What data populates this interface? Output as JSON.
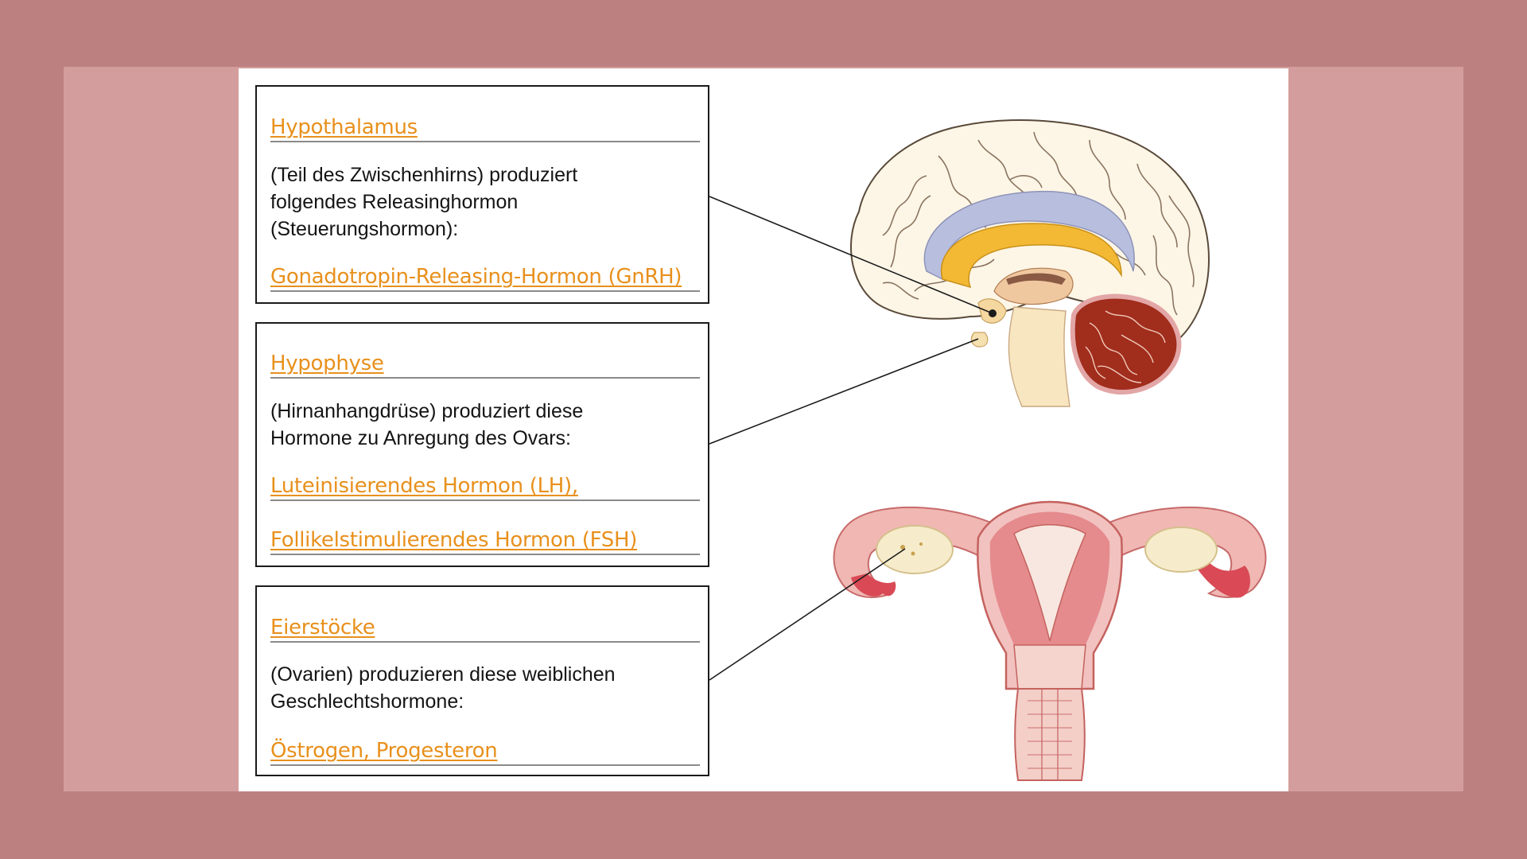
{
  "boxes": [
    {
      "id": "hypothalamus",
      "heading": "Hypothalamus",
      "description": [
        "(Teil des Zwischenhirns) produziert",
        "folgendes Releasinghormon",
        "(Steuerungshormon):"
      ],
      "answers": [
        "Gonadotropin-Releasing-Hormon (GnRH)"
      ]
    },
    {
      "id": "hypophyse",
      "heading": "Hypophyse",
      "description": [
        "(Hirnanhangdrüse) produziert diese",
        "Hormone zu Anregung des Ovars:"
      ],
      "answers": [
        "Luteinisierendes Hormon (LH),",
        "Follikelstimulierendes Hormon (FSH)"
      ]
    },
    {
      "id": "eierstoecke",
      "heading": "Eierstöcke",
      "description": [
        "(Ovarien) produzieren diese weiblichen",
        "Geschlechtshormone:"
      ],
      "answers": [
        "Östrogen, Progesteron"
      ]
    }
  ],
  "colors": {
    "outer_background": "#bc8080",
    "frame": "#d49d9d",
    "slide": "#ffffff",
    "handwriting": "#e8901c"
  }
}
